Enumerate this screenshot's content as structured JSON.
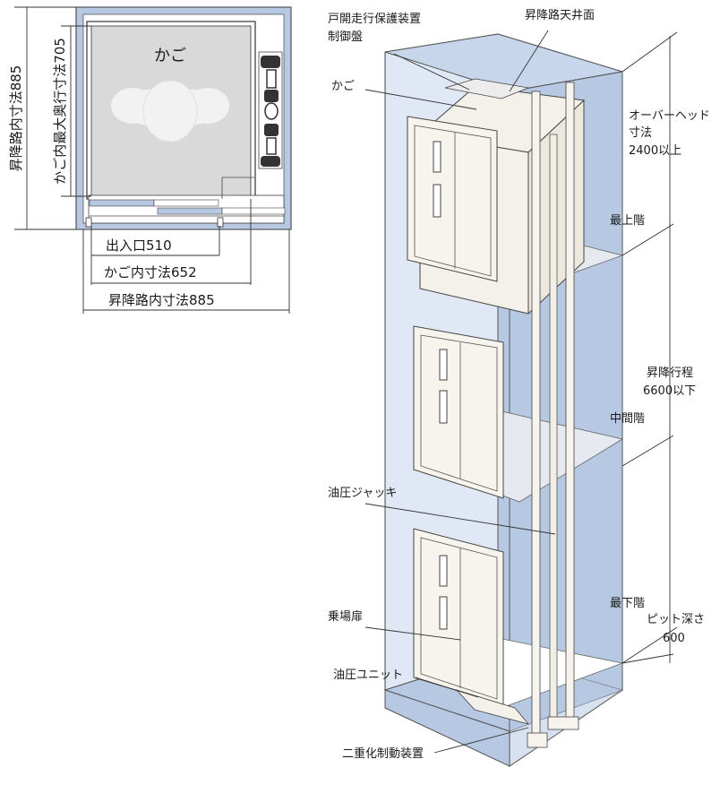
{
  "plan": {
    "car": "かご",
    "shaft_depth": "昇降路内寸法885",
    "car_depth": "かご内最大奥行寸法705",
    "entrance": "出入口510",
    "car_width": "かご内寸法652",
    "shaft_width": "昇降路内寸法885"
  },
  "elevation": {
    "door_protect_line1": "戸開走行保護装置",
    "door_protect_line2": "制御盤",
    "ceiling": "昇降路天井面",
    "car": "かご",
    "overhead_line1": "オーバーヘッド",
    "overhead_line2": "寸法",
    "overhead_line3": "2400以上",
    "top_floor": "最上階",
    "travel_line1": "昇降行程",
    "travel_line2": "6600以下",
    "middle_floor": "中間階",
    "jack": "油圧ジャッキ",
    "bottom_floor": "最下階",
    "pit_line1": "ピット深さ",
    "pit_line2": "600",
    "landing_door": "乗場扉",
    "hydraulic_unit": "油圧ユニット",
    "brake": "二重化制動装置"
  },
  "colors": {
    "shaft_blue": "#b6c8e2",
    "light_blue": "#dfe8f4",
    "car_fill": "#f4f1ea",
    "panel_fill": "#f7f4ee"
  }
}
